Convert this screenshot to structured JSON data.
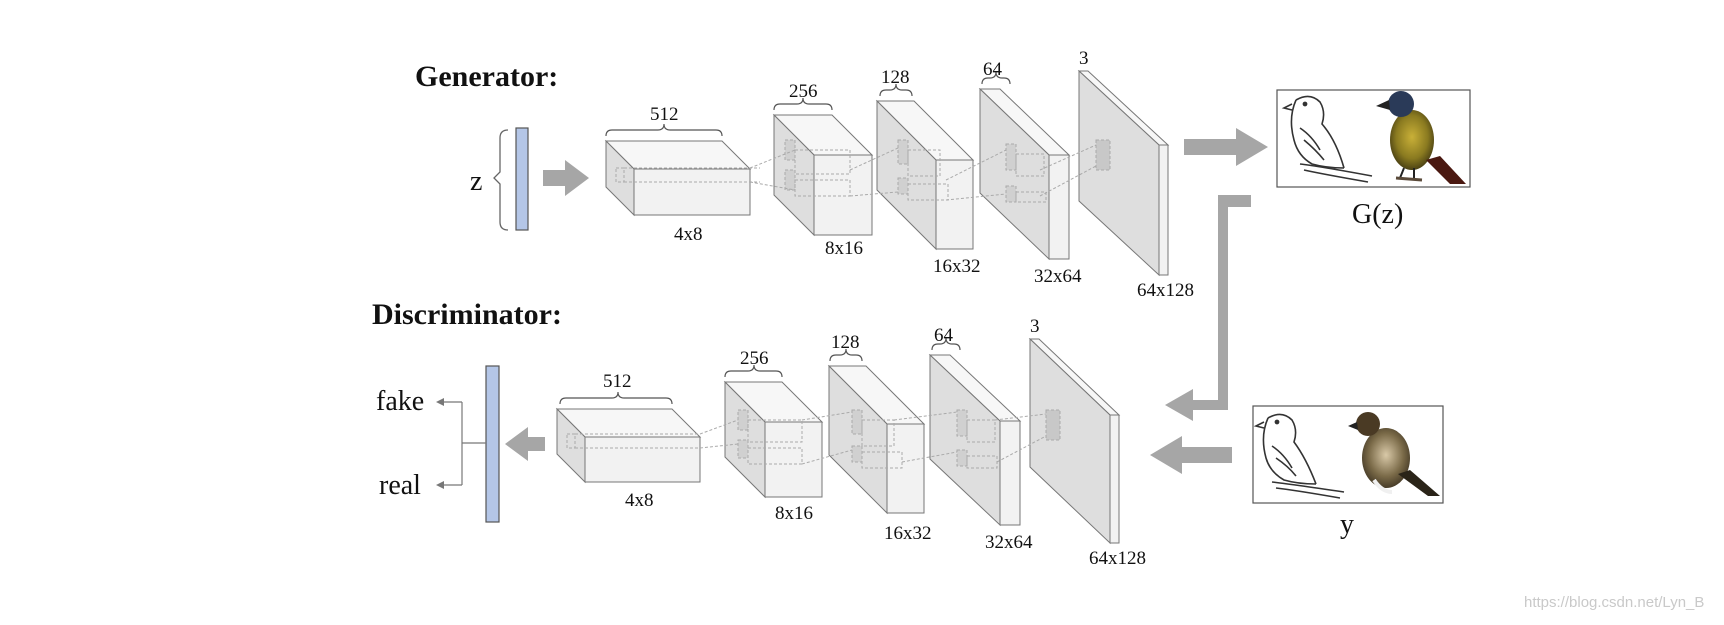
{
  "generator": {
    "title": "Generator:",
    "input_label": "z",
    "blocks": [
      {
        "channels": "512",
        "size": "4x8"
      },
      {
        "channels": "256",
        "size": "8x16"
      },
      {
        "channels": "128",
        "size": "16x32"
      },
      {
        "channels": "64",
        "size": "32x64"
      },
      {
        "channels": "3",
        "size": "64x128"
      }
    ],
    "output_label": "G(z)"
  },
  "discriminator": {
    "title": "Discriminator:",
    "outputs": [
      "fake",
      "real"
    ],
    "blocks": [
      {
        "channels": "512",
        "size": "4x8"
      },
      {
        "channels": "256",
        "size": "8x16"
      },
      {
        "channels": "128",
        "size": "16x32"
      },
      {
        "channels": "64",
        "size": "32x64"
      },
      {
        "channels": "3",
        "size": "64x128"
      }
    ],
    "input_label": "y"
  },
  "watermark": "https://blog.csdn.net/Lyn_B",
  "colors": {
    "vector_fill": "#b4c6e7",
    "block_front": "#f2f2f2",
    "block_side": "#dedede",
    "block_top": "#f7f7f7",
    "arrow": "#a6a6a6"
  },
  "icons": [
    "bird-sketch-icon",
    "bird-photo-icon",
    "flow-arrow-icon"
  ]
}
